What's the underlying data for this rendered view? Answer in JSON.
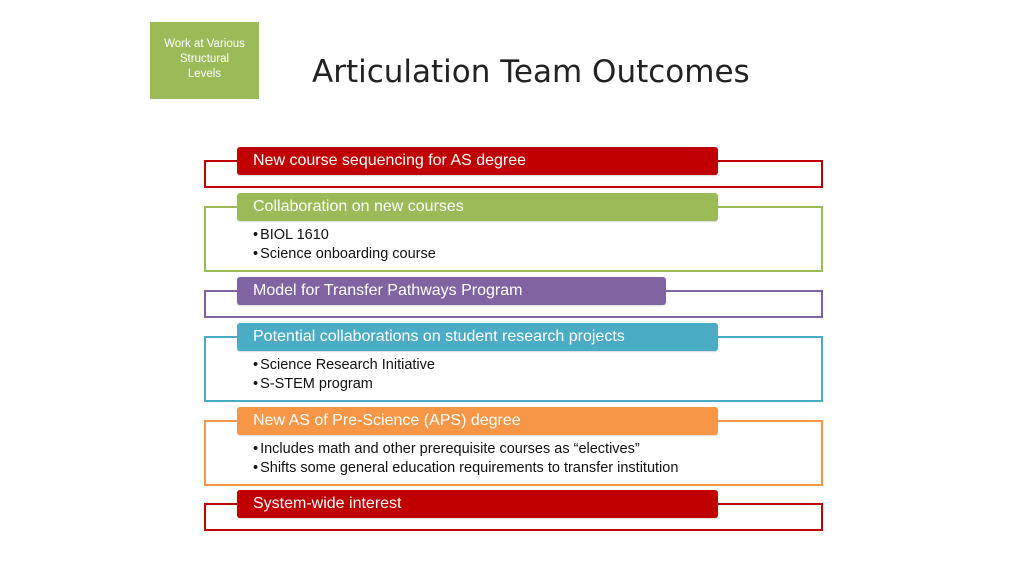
{
  "badge": {
    "lines": [
      "Work at Various",
      "Structural",
      "Levels"
    ],
    "color": "#9BBB59"
  },
  "title": "Articulation Team Outcomes",
  "outcomes": [
    {
      "header": "New course sequencing for AS degree",
      "color": "#C00000",
      "bullets": []
    },
    {
      "header": "Collaboration on new courses",
      "color": "#9BBB59",
      "bullets": [
        "BIOL 1610",
        "Science onboarding course"
      ]
    },
    {
      "header": "Model for Transfer Pathways Program",
      "color": "#8064A2",
      "bullets": []
    },
    {
      "header": "Potential collaborations on student research projects",
      "color": "#4BACC6",
      "bullets": [
        "Science Research Initiative",
        "S-STEM program"
      ]
    },
    {
      "header": "New AS of Pre-Science (APS) degree",
      "color": "#F79646",
      "bullets": [
        "Includes math and other prerequisite courses as “electives”",
        "Shifts some general education requirements to transfer institution"
      ]
    },
    {
      "header": "System-wide interest",
      "color": "#C00000",
      "bullets": []
    }
  ]
}
